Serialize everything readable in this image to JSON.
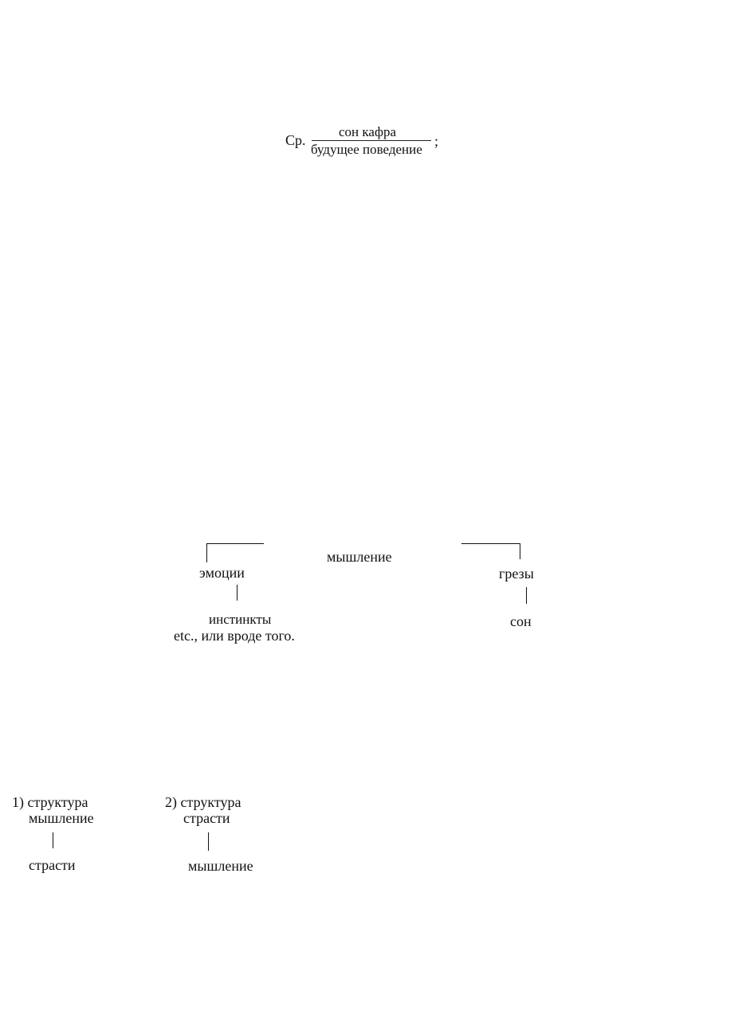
{
  "formula": {
    "prefix": "Ср.",
    "numerator": "сон кафра",
    "denominator": "будущее поведение",
    "suffix": ";"
  },
  "diagram1": {
    "center": "мышление",
    "left_branch": "эмоции",
    "left_sub": "инстинкты",
    "left_note": "etc., или вроде того.",
    "right_branch": "грезы",
    "right_sub": "сон"
  },
  "structures": [
    {
      "label": "1) структура",
      "top": "мышление",
      "bottom": "страсти"
    },
    {
      "label": "2) структура",
      "top": "страсти",
      "bottom": "мышление"
    }
  ]
}
